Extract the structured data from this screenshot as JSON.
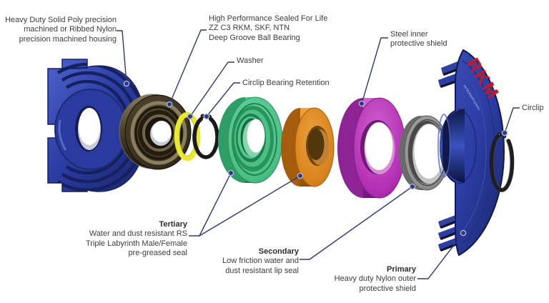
{
  "labels": {
    "housing": {
      "lines": [
        "Heavy Duty Solid Poly precision",
        "machined or Ribbed Nylon",
        "precision machined housing"
      ]
    },
    "bearing": {
      "lines": [
        "High Performance Sealed For Life",
        "ZZ C3 RKM, SKF, NTN",
        "Deep Groove Ball Bearing"
      ]
    },
    "washer": {
      "text": "Washer"
    },
    "circlip_retention": {
      "text": "Circlip Bearing Retention"
    },
    "steel_shield": {
      "lines": [
        "Steel inner",
        "protective shield"
      ]
    },
    "circlip": {
      "text": "Circlip"
    },
    "tertiary": {
      "title": "Tertiary",
      "lines": [
        "Water and dust resistant RS",
        "Triple Labyrinth Male/Female",
        "pre-greased seal"
      ]
    },
    "secondary": {
      "title": "Secondary",
      "lines": [
        "Low friction water and",
        "dust resistant lip seal"
      ]
    },
    "primary": {
      "title": "Primary",
      "lines": [
        "Heavy duty Nylon outer",
        "protective shield"
      ]
    }
  },
  "logo": {
    "brand": "RKM",
    "subtitle": "INTERNATIONAL",
    "color": "#c11a2b"
  },
  "parts": [
    {
      "id": "housing",
      "color": "#2c3da5"
    },
    {
      "id": "ball-bearing",
      "color": "#3d3523"
    },
    {
      "id": "washer",
      "color": "#e9e930"
    },
    {
      "id": "circlip-bearing-retention",
      "color": "#1a1a1a"
    },
    {
      "id": "tertiary-seal-green",
      "color": "#4fc289"
    },
    {
      "id": "tertiary-seal-orange",
      "color": "#d8821d"
    },
    {
      "id": "steel-inner-shield",
      "color": "#b32fb4"
    },
    {
      "id": "secondary-lip-seal",
      "color": "#8f8f8f"
    },
    {
      "id": "primary-outer-shield",
      "color": "#2c3da5"
    },
    {
      "id": "circlip-right",
      "color": "#1a1a1a"
    }
  ],
  "leader": {
    "line_color": "#2c3879",
    "dot_fill": "#2c3879",
    "dot_ring": "#aeb6d8"
  }
}
